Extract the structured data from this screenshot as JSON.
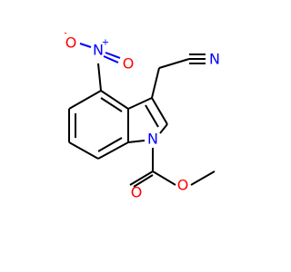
{
  "molecule": {
    "atoms": {
      "nitro_o_minus": {
        "symbol": "O",
        "charge": "-",
        "color": "#ff0000"
      },
      "nitro_n": {
        "symbol": "N",
        "charge": "+",
        "color": "#0000ff"
      },
      "nitro_o": {
        "symbol": "O",
        "color": "#ff0000"
      },
      "nitrile_n": {
        "symbol": "N",
        "color": "#0000ff"
      },
      "ring_n": {
        "symbol": "N",
        "color": "#0000ff"
      },
      "carbonyl_o": {
        "symbol": "O",
        "color": "#ff0000"
      },
      "ester_o": {
        "symbol": "O",
        "color": "#ff0000"
      }
    }
  }
}
